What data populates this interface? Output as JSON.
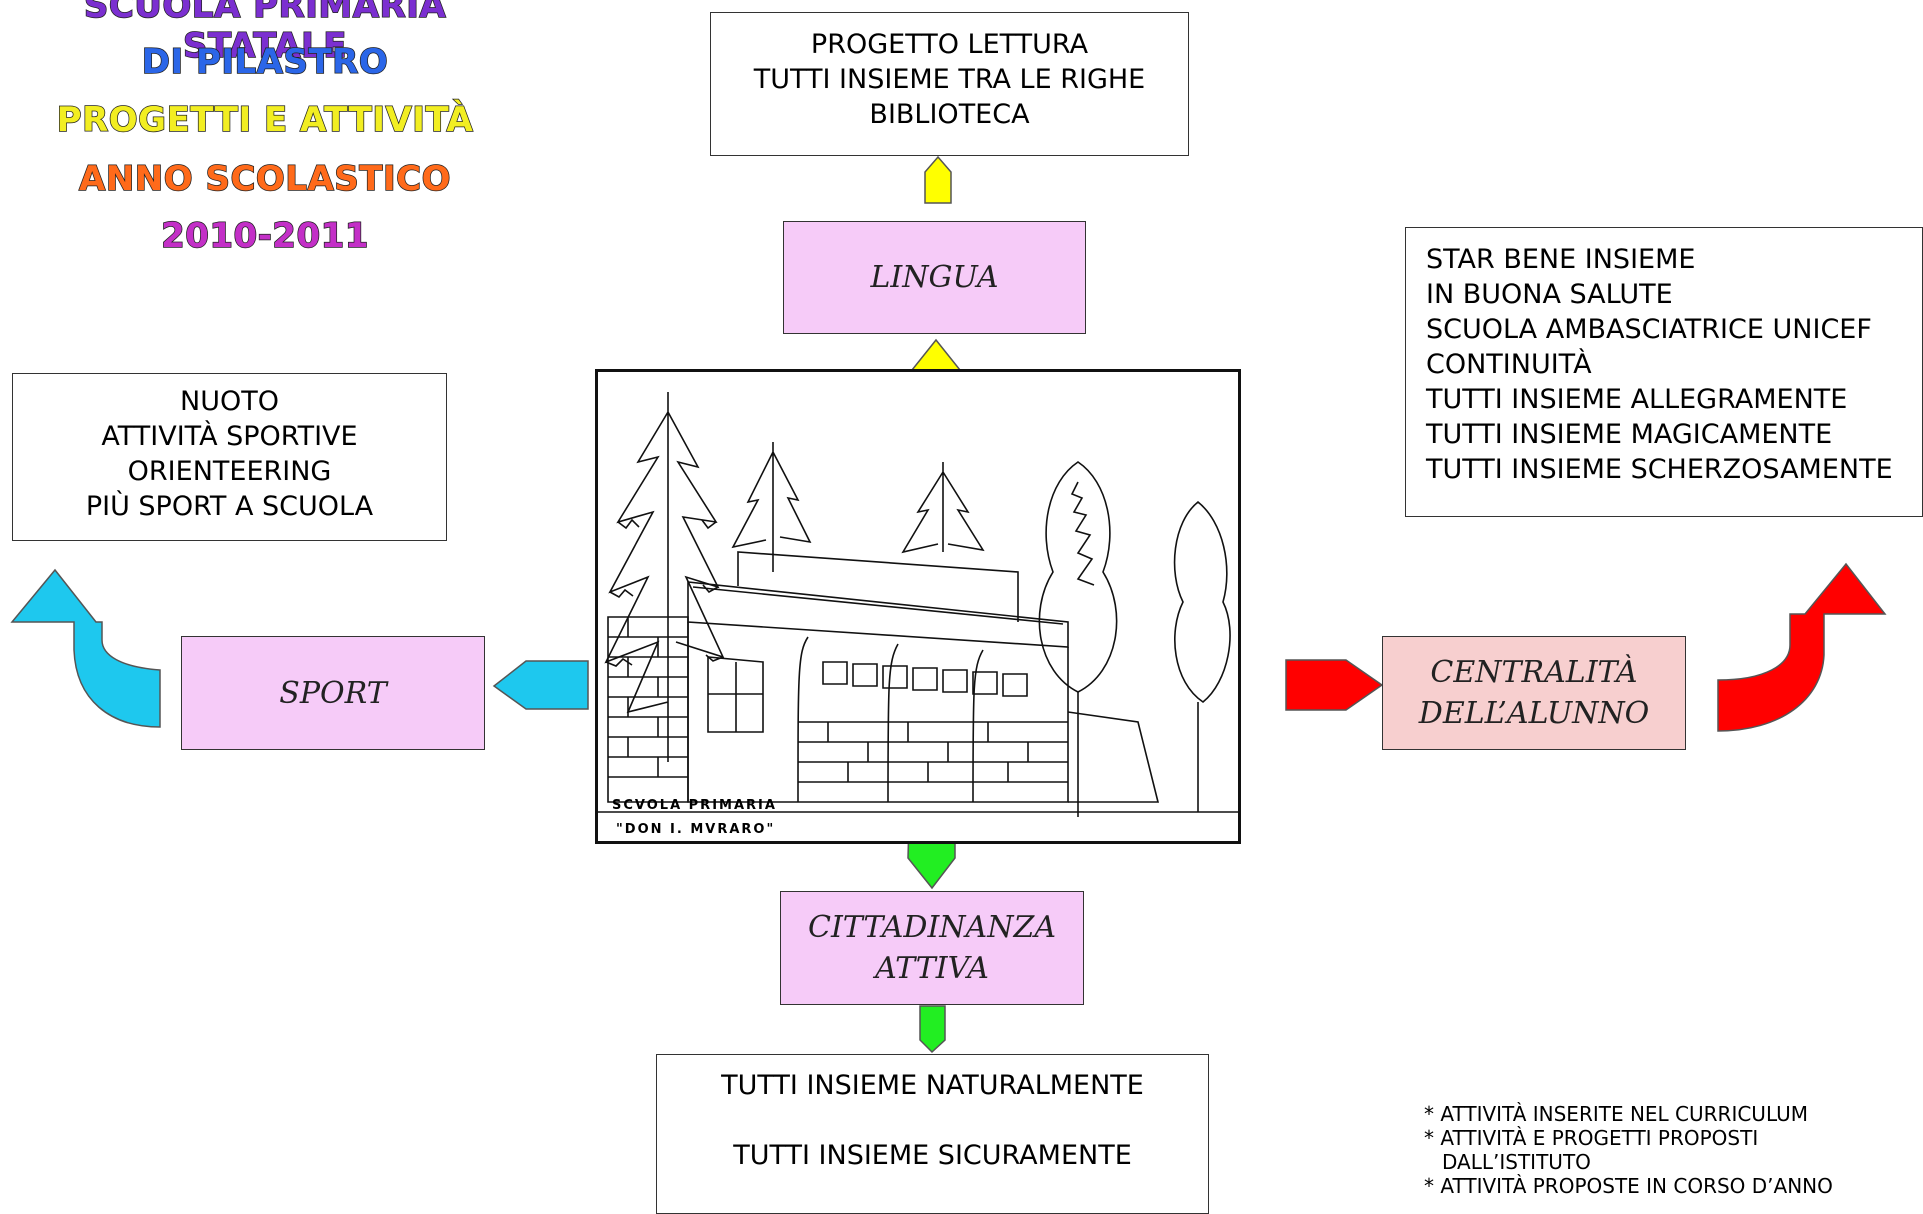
{
  "header": {
    "line1": "SCUOLA PRIMARIA STATALE",
    "line2": "DI PILASTRO",
    "line3": "PROGETTI E ATTIVITÀ",
    "line4": "ANNO SCOLASTICO",
    "line5": "2010-2011"
  },
  "lingua": {
    "label": "LINGUA",
    "projects": [
      "PROGETTO LETTURA",
      "TUTTI INSIEME TRA LE RIGHE",
      "BIBLIOTECA"
    ]
  },
  "sport": {
    "label": "SPORT",
    "projects": [
      "NUOTO",
      "ATTIVITÀ SPORTIVE",
      "ORIENTEERING",
      "PIÙ SPORT A SCUOLA"
    ]
  },
  "centralita": {
    "label_line1": "CENTRALITÀ",
    "label_line2": "DELL’ALUNNO",
    "projects": [
      "STAR BENE INSIEME",
      "IN BUONA SALUTE",
      "SCUOLA AMBASCIATRICE UNICEF",
      "CONTINUITÀ",
      "TUTTI INSIEME ALLEGRAMENTE",
      "TUTTI INSIEME MAGICAMENTE",
      "TUTTI INSIEME SCHERZOSAMENTE"
    ]
  },
  "cittadinanza": {
    "label_line1": "CITTADINANZA",
    "label_line2": "ATTIVA",
    "projects": [
      "TUTTI INSIEME NATURALMENTE",
      "TUTTI INSIEME SICURAMENTE"
    ]
  },
  "drawing": {
    "caption_line1": "SCVOLA PRIMARIA",
    "caption_line2": "\"DON I. MVRARO\""
  },
  "notes": [
    "* ATTIVITÀ INSERITE NEL CURRICULUM",
    "* ATTIVITÀ E PROGETTI PROPOSTI DALL’ISTITUTO",
    "* ATTIVITÀ PROPOSTE IN CORSO D’ANNO"
  ],
  "colors": {
    "category_fill": "#f6cbf8",
    "centralita_fill": "#f7cfcf",
    "title_purple": "#7b2fd0",
    "title_blue": "#2b66e8",
    "title_yellow": "#f2ee22",
    "title_orange": "#ff6a1a",
    "title_magenta": "#c32fc7",
    "arrow_yellow": "#ffff00",
    "arrow_cyan": "#1ec8ee",
    "arrow_red": "#ff0000",
    "arrow_green": "#22ee22"
  }
}
